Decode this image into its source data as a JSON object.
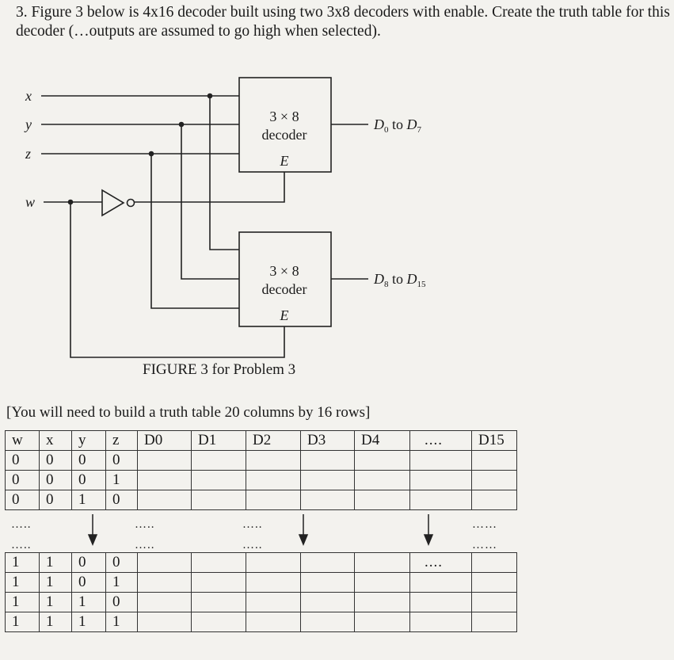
{
  "question": "3. Figure 3 below is 4x16 decoder built using two 3x8 decoders with enable.  Create the truth table for this decoder (…outputs are assumed to go high when selected).",
  "figure": {
    "inputs": [
      "x",
      "y",
      "z",
      "w"
    ],
    "decoder_label_top": "3 × 8",
    "decoder_label_bottom": "decoder",
    "enable_label": "E",
    "output_top": {
      "d": "D",
      "sub1": "0",
      "to": " to ",
      "sub2": "7"
    },
    "output_bottom": {
      "d": "D",
      "sub1": "8",
      "to": " to ",
      "sub2": "15"
    },
    "caption": "FIGURE 3 for Problem 3"
  },
  "note": "[You will need to build a truth table 20 columns by 16 rows]",
  "table": {
    "headers": [
      "w",
      "x",
      "y",
      "z",
      "D0",
      "D1",
      "D2",
      "D3",
      "D4",
      "....",
      "D15"
    ],
    "top_rows": [
      [
        "0",
        "0",
        "0",
        "0"
      ],
      [
        "0",
        "0",
        "0",
        "1"
      ],
      [
        "0",
        "0",
        "1",
        "0"
      ]
    ],
    "bottom_rows": [
      [
        "1",
        "1",
        "0",
        "0"
      ],
      [
        "1",
        "1",
        "0",
        "1"
      ],
      [
        "1",
        "1",
        "1",
        "0"
      ],
      [
        "1",
        "1",
        "1",
        "1"
      ]
    ],
    "bottom_first_row_ellipsis": "....",
    "gap_dots": [
      "…..",
      "…..",
      "…..",
      "……"
    ]
  }
}
